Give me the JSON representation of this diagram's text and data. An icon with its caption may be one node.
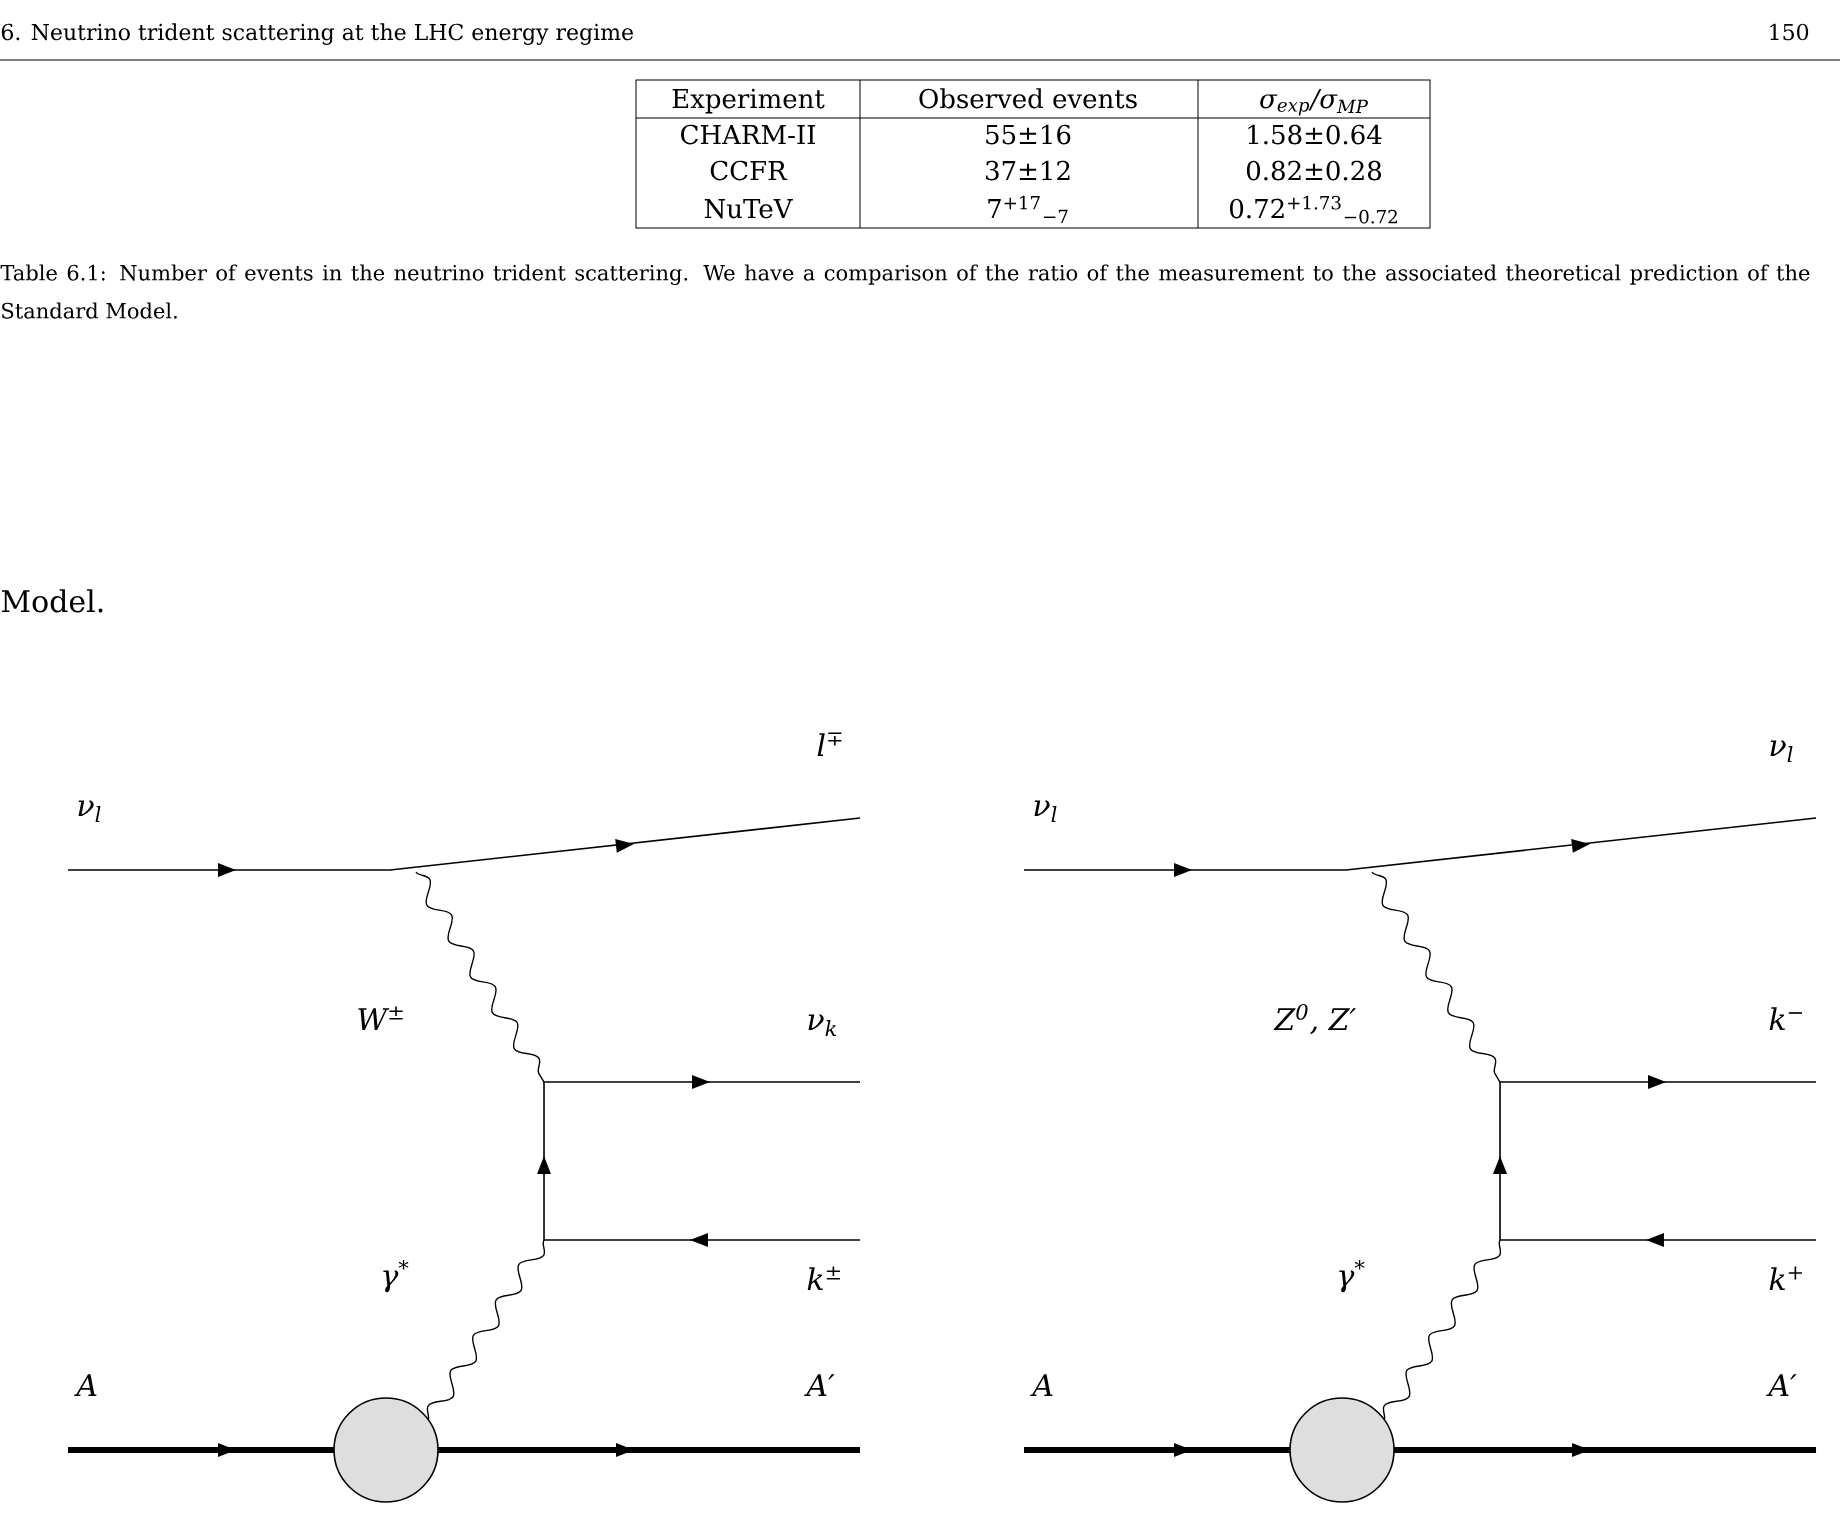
{
  "diagram": {
    "caption": "Table 6.1: Number of events in the neutrino trident scattering. We have a comparison of the ratio of the measurement to the associated theoretical prediction of the Standard Model.",
    "labels": [
      "6. Neutrino trident scattering at the LHC energy regime",
      "150",
      "Experiment",
      "Observed events",
      "σ$_{exp}$/σ$_{MP}$",
      "CHARM-II",
      "55±16",
      "1.58±0.64",
      "CCFR",
      "37±12",
      "0.82±0.28",
      "NuTeV",
      "7$^{+17}$$_{−7}$",
      "0.72$^{+1.73}$$_{−0.72}$",
      "Model.",
      "l$^{∓}$",
      "ν$_{l}$",
      "W$^{±}$",
      "ν$_{k}$",
      "γ$^{*}$",
      "k$^{±}$",
      "A",
      "A′",
      "ν$_{l}$",
      "ν$_{l}$",
      "Z$^{0}$, Z′",
      "k$^{−}$",
      "γ$^{*}$",
      "k$^{+}$",
      "A",
      "A′"
    ]
  }
}
